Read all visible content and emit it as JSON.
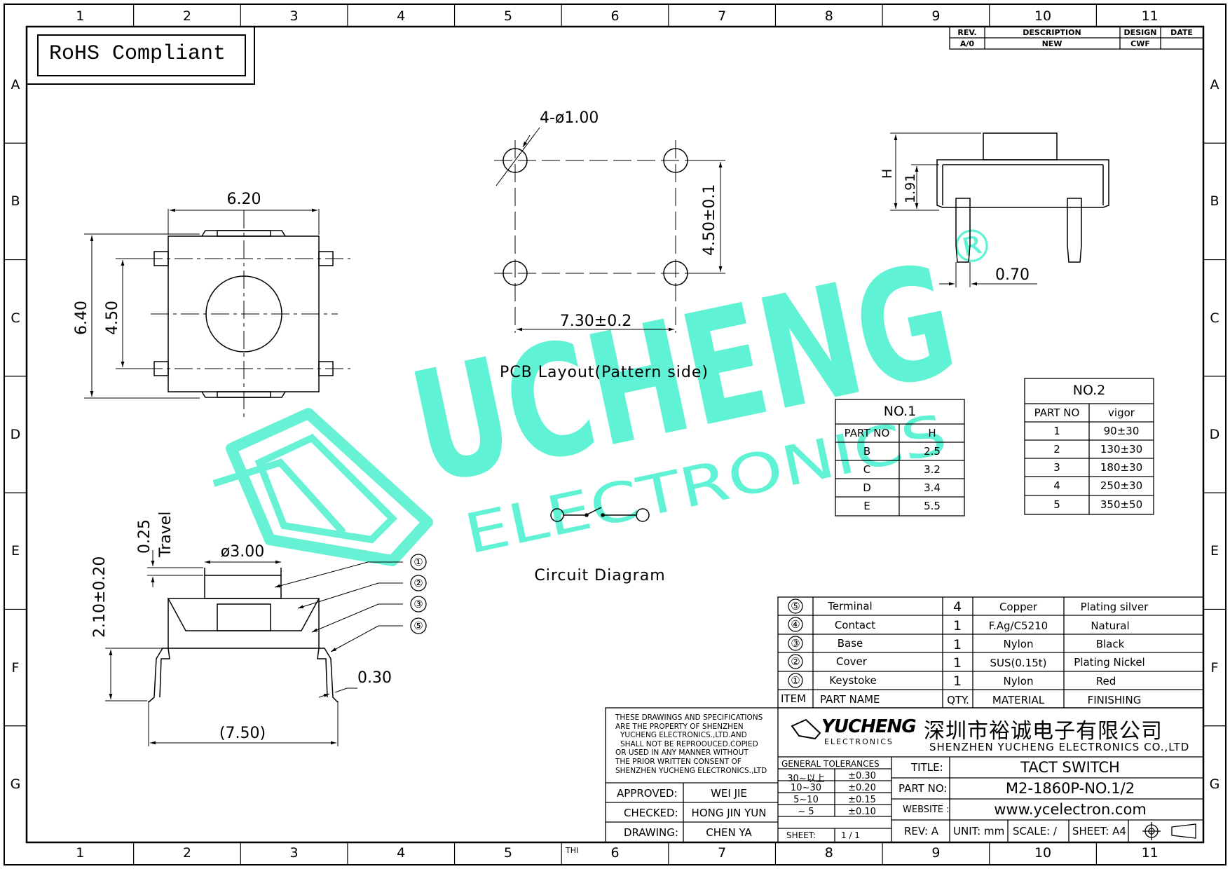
{
  "border": {
    "columns": [
      "1",
      "2",
      "3",
      "4",
      "5",
      "6",
      "7",
      "8",
      "9",
      "10",
      "11"
    ],
    "rows": [
      "A",
      "B",
      "C",
      "D",
      "E",
      "F",
      "G"
    ]
  },
  "rohs": "RoHS Compliant",
  "revision_table": {
    "headers": [
      "REV.",
      "DESCRIPTION",
      "DESIGN",
      "DATE"
    ],
    "row": [
      "A/0",
      "NEW",
      "CWF",
      ""
    ]
  },
  "top_view": {
    "width": "6.20",
    "height": "6.40",
    "pitch": "4.50"
  },
  "pcb_layout": {
    "holes": "4-ø1.00",
    "vertical": "4.50±0.1",
    "horizontal": "7.30±0.2",
    "caption": "PCB Layout(Pattern side)"
  },
  "side_view": {
    "h_label": "H",
    "height": "1.91",
    "lead": "0.70"
  },
  "watermark": {
    "brand": "UCHENG",
    "registered": "®",
    "tagline": "ELECTRONICS"
  },
  "front_view": {
    "travel_value": "0.25",
    "travel_label": "Travel",
    "diameter": "ø3.00",
    "height": "2.10±0.20",
    "lead": "0.30",
    "span": "(7.50)",
    "balloons": [
      "①",
      "②",
      "③",
      "⑤"
    ]
  },
  "circuit": {
    "caption": "Circuit Diagram"
  },
  "table_no1": {
    "title": "NO.1",
    "headers": [
      "PART NO",
      "H"
    ],
    "rows": [
      [
        "B",
        "2.5"
      ],
      [
        "C",
        "3.2"
      ],
      [
        "D",
        "3.4"
      ],
      [
        "E",
        "5.5"
      ]
    ]
  },
  "table_no2": {
    "title": "NO.2",
    "headers": [
      "PART NO",
      "vigor"
    ],
    "rows": [
      [
        "1",
        "90±30"
      ],
      [
        "2",
        "130±30"
      ],
      [
        "3",
        "180±30"
      ],
      [
        "4",
        "250±30"
      ],
      [
        "5",
        "350±50"
      ]
    ]
  },
  "bom": {
    "rows": [
      [
        "⑤",
        "Terminal",
        "4",
        "Copper",
        "Plating silver"
      ],
      [
        "④",
        "Contact",
        "1",
        "F.Ag/C5210",
        "Natural"
      ],
      [
        "③",
        "Base",
        "1",
        "Nylon",
        "Black"
      ],
      [
        "②",
        "Cover",
        "1",
        "SUS(0.15t)",
        "Plating Nickel"
      ],
      [
        "①",
        "Keystoke",
        "1",
        "Nylon",
        "Red"
      ]
    ],
    "headers": [
      "ITEM",
      "PART NAME",
      "QTY.",
      "MATERIAL",
      "FINISHING"
    ]
  },
  "title_block": {
    "notice": [
      "THESE DRAWINGS AND SPECIFICATIONS",
      "ARE THE PROPERTY OF SHENZHEN",
      "YUCHENG ELECTRONICS.,LTD.AND",
      "SHALL NOT BE REPROOUCED.COPIED",
      "OR USED IN ANY MANNER WITHOUT",
      "THE PRIOR WRITTEN CONSENT OF",
      "SHENZHEN YUCHENG ELECTRONICS.,LTD"
    ],
    "approved_label": "APPROVED:",
    "approved": "WEI JIE",
    "checked_label": "CHECKED:",
    "checked": "HONG JIN YUN",
    "drawing_label": "DRAWING:",
    "drawing": "CHEN YA",
    "logo_brand": "YUCHENG",
    "logo_sub": "ELECTRONICS",
    "company_cn": "深圳市裕诚电子有限公司",
    "company_en": "SHENZHEN YUCHENG ELECTRONICS CO.,LTD",
    "tolerances_title": "GENERAL TOLERANCES",
    "tolerances": [
      [
        "30~以上",
        "±0.30"
      ],
      [
        "10~30",
        "±0.20"
      ],
      [
        "5~10",
        "±0.15"
      ],
      [
        "~ 5",
        "±0.10"
      ]
    ],
    "sheet_label": "SHEET:",
    "sheet": "1 / 1",
    "title_label": "TITLE:",
    "title": "TACT SWITCH",
    "part_no_label": "PART NO:",
    "part_no": "M2-1860P-NO.1/2",
    "website_label": "WEBSITE :",
    "website": "www.ycelectron.com",
    "rev_label": "REV: A",
    "unit_label": "UNIT: mm",
    "scale_label": "SCALE: /",
    "size_label": "SHEET: A4",
    "thi": "THI"
  },
  "colors": {
    "watermark": "#5ff2d4",
    "line": "#000000"
  }
}
